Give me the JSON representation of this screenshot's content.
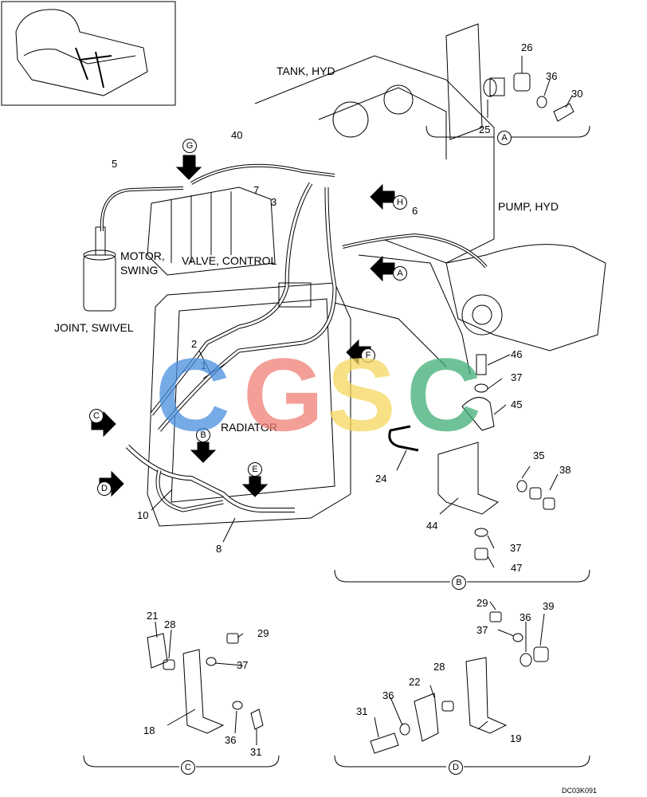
{
  "labels": {
    "tank_hyd": "TANK, HYD",
    "pump_hyd": "PUMP, HYD",
    "motor_swing_1": "MOTOR,",
    "motor_swing_2": "SWING",
    "valve_control": "VALVE, CONTROL",
    "joint_swivel": "JOINT, SWIVEL",
    "radiator": "RADIATOR"
  },
  "figure_code": "DC03K091",
  "view_letters": [
    "A",
    "B",
    "C",
    "D",
    "E",
    "F",
    "G",
    "H"
  ],
  "part_numbers": [
    "1",
    "2",
    "3",
    "5",
    "6",
    "7",
    "8",
    "10",
    "18",
    "19",
    "21",
    "22",
    "24",
    "25",
    "26",
    "28",
    "29",
    "30",
    "31",
    "35",
    "36",
    "37",
    "38",
    "39",
    "40",
    "44",
    "45",
    "46",
    "47"
  ],
  "watermark": {
    "letters": [
      "C",
      "G",
      "S",
      "C"
    ],
    "colors": [
      "#4a8fe0",
      "#ef7f76",
      "#f5d65e",
      "#3fae76"
    ]
  },
  "colors": {
    "line": "#000000",
    "background": "#ffffff"
  }
}
